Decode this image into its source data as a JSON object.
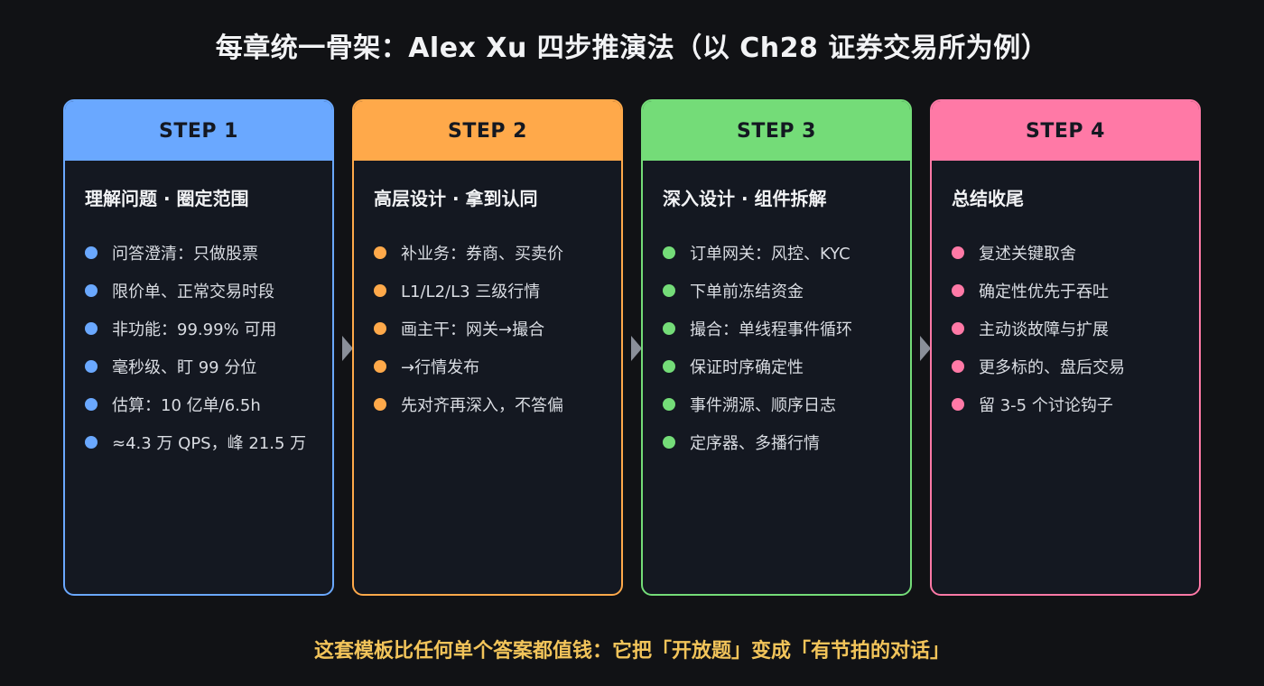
{
  "title": "每章统一骨架：Alex Xu 四步推演法（以 Ch28 证券交易所为例）",
  "steps": [
    {
      "label": "STEP 1",
      "heading": "理解问题 · 圈定范围",
      "color": "#6aa8ff",
      "items": [
        "问答澄清：只做股票",
        "限价单、正常交易时段",
        "非功能：99.99% 可用",
        "毫秒级、盯 99 分位",
        "估算：10 亿单/6.5h",
        "≈4.3 万 QPS，峰 21.5 万"
      ]
    },
    {
      "label": "STEP 2",
      "heading": "高层设计 · 拿到认同",
      "color": "#ffa94a",
      "items": [
        "补业务：券商、买卖价",
        "L1/L2/L3 三级行情",
        "画主干：网关→撮合",
        "→行情发布",
        "先对齐再深入，不答偏"
      ]
    },
    {
      "label": "STEP 3",
      "heading": "深入设计 · 组件拆解",
      "color": "#74dc78",
      "items": [
        "订单网关：风控、KYC",
        "下单前冻结资金",
        "撮合：单线程事件循环",
        "保证时序确定性",
        "事件溯源、顺序日志",
        "定序器、多播行情"
      ]
    },
    {
      "label": "STEP 4",
      "heading": "总结收尾",
      "color": "#ff79a6",
      "items": [
        "复述关键取舍",
        "确定性优先于吞吐",
        "主动谈故障与扩展",
        "更多标的、盘后交易",
        "留 3-5 个讨论钩子"
      ]
    }
  ],
  "footer": "这套模板比任何单个答案都值钱：它把「开放题」变成「有节拍的对话」"
}
